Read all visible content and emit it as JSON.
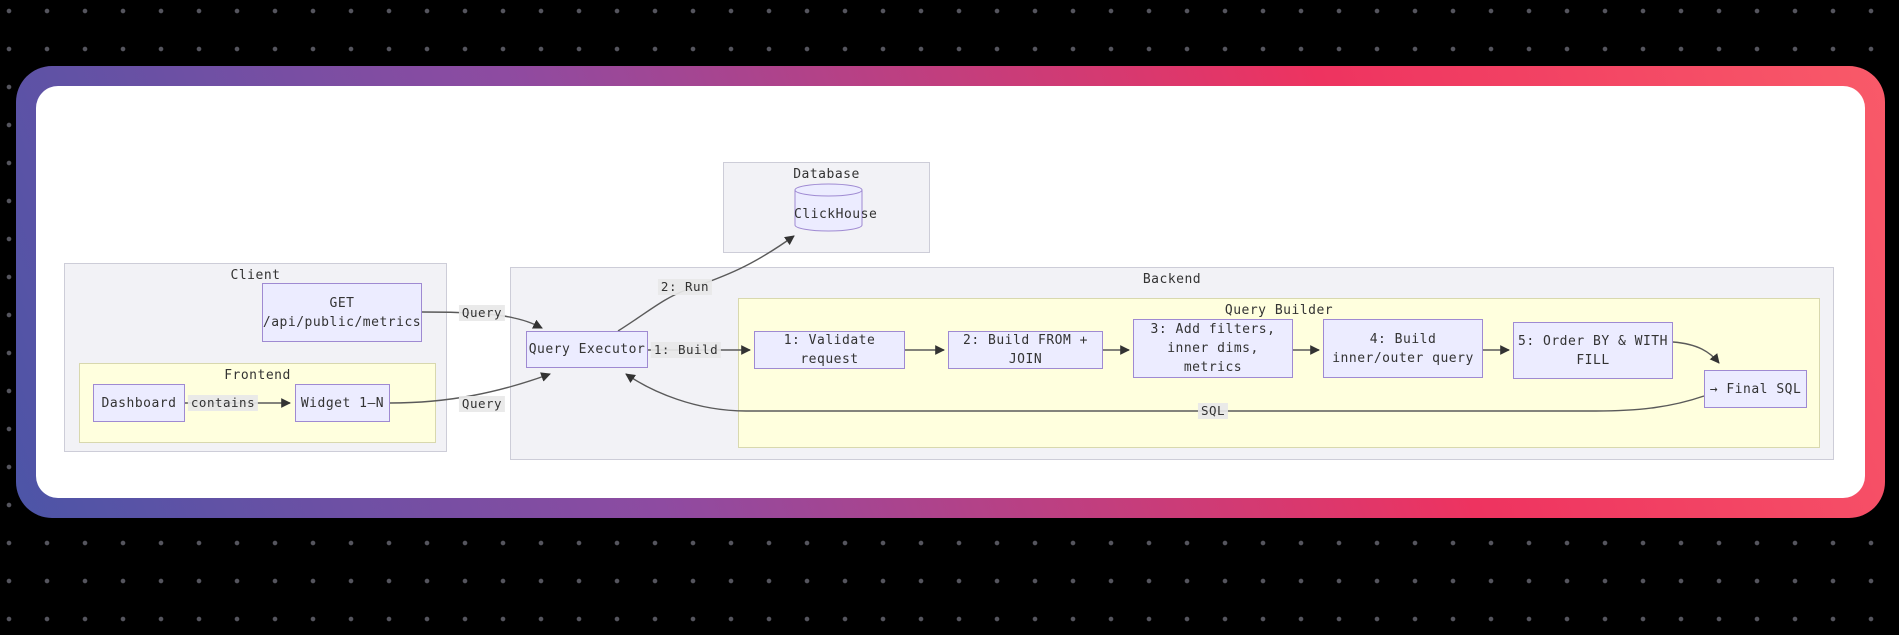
{
  "canvas": {
    "background_color": "#000000",
    "dot_color": "#55555e"
  },
  "card": {
    "gradient_colors": [
      "#4c55a7",
      "#8e4ba1",
      "#ee3360",
      "#f95a69"
    ],
    "surface_color": "#ffffff"
  },
  "diagram": {
    "type": "flowchart",
    "clusters": {
      "database": {
        "label": "Database"
      },
      "client": {
        "label": "Client"
      },
      "frontend": {
        "label": "Frontend"
      },
      "backend": {
        "label": "Backend"
      },
      "query_builder": {
        "label": "Query Builder"
      }
    },
    "nodes": {
      "clickhouse": {
        "label": "ClickHouse",
        "shape": "cylinder"
      },
      "get_endpoint": {
        "line1": "GET",
        "line2": "/api/public/metrics"
      },
      "dashboard": {
        "label": "Dashboard"
      },
      "widget": {
        "label": "Widget 1–N"
      },
      "query_executor": {
        "label": "Query Executor"
      },
      "step1": {
        "label": "1: Validate request"
      },
      "step2": {
        "label": "2: Build FROM + JOIN"
      },
      "step3": {
        "line1": "3: Add filters,",
        "line2": "inner dims, metrics"
      },
      "step4": {
        "line1": "4: Build",
        "line2": "inner/outer query"
      },
      "step5": {
        "line1": "5: Order BY & WITH",
        "line2": "FILL"
      },
      "final_sql": {
        "label": "→ Final SQL"
      }
    },
    "edge_labels": {
      "contains": "contains",
      "query_from_get": "Query",
      "query_from_widget": "Query",
      "run": "2: Run",
      "build": "1: Build",
      "sql": "SQL"
    },
    "colors": {
      "node_fill": "#ECECFF",
      "node_border": "#9370DB",
      "cluster_gray_fill": "#f2f2f6",
      "cluster_yellow_fill": "#ffffde",
      "edge_stroke": "#5a5a5a",
      "text": "#333333"
    }
  }
}
